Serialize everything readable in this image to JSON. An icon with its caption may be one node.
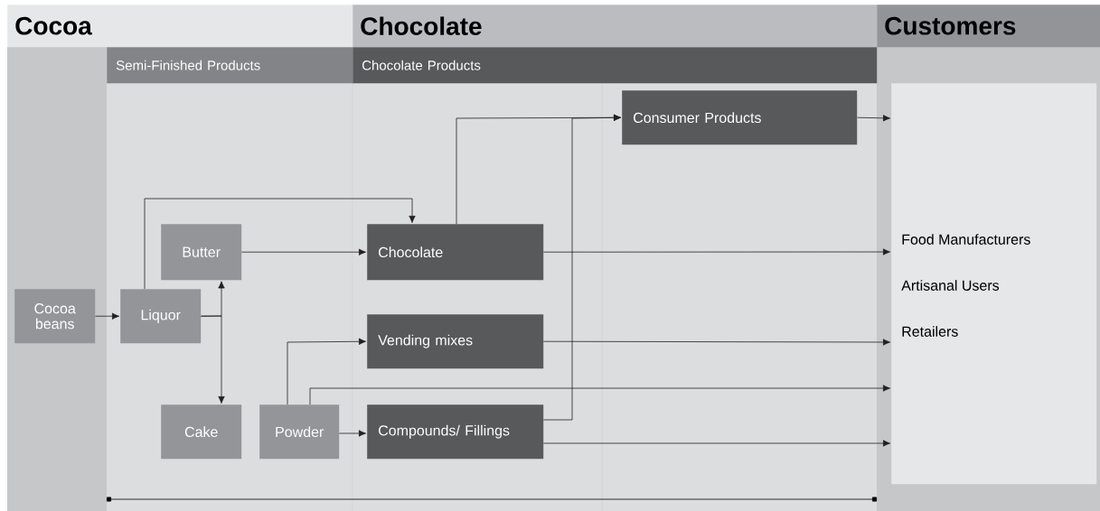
{
  "diagram": {
    "nodes": [
      {
        "text": [
          "Cocoa"
        ]
      },
      {
        "text": [
          "Chocolate"
        ]
      },
      {
        "text": [
          "Customers"
        ]
      },
      {
        "text": [
          "Semi-Finished Products"
        ]
      },
      {
        "text": [
          "Chocolate Products"
        ]
      },
      {
        "text": [
          "Cocoa beans"
        ]
      },
      {
        "text": [
          "Liquor"
        ]
      },
      {
        "text": [
          "Butter"
        ]
      },
      {
        "text": [
          "Cake"
        ]
      },
      {
        "text": [
          "Powder"
        ]
      },
      {
        "text": [
          "Chocolate"
        ]
      },
      {
        "text": [
          "Vending mixes"
        ]
      },
      {
        "text": [
          "Compounds/ Fillings"
        ]
      },
      {
        "text": [
          "Consumer Products"
        ]
      },
      {
        "text": [
          "Food Manufacturers",
          "Artisanal Users",
          "Retailers"
        ]
      }
    ],
    "edges": [
      {
        "from": 5,
        "to": 6,
        "arrow": "to"
      },
      {
        "from": 6,
        "to": 7,
        "arrow": "to"
      },
      {
        "from": 6,
        "to": 8,
        "arrow": "to"
      },
      {
        "from": 6,
        "to": 10,
        "arrow": "to"
      },
      {
        "from": 7,
        "to": 10,
        "arrow": "to"
      },
      {
        "from": 10,
        "to": 13,
        "arrow": "to"
      },
      {
        "from": 12,
        "to": 13,
        "arrow": "to"
      },
      {
        "from": 13,
        "to": 14,
        "arrow": "to"
      },
      {
        "from": 10,
        "to": 14,
        "arrow": "to"
      },
      {
        "from": 9,
        "to": 11,
        "arrow": "to"
      },
      {
        "from": 11,
        "to": 14,
        "arrow": "to"
      },
      {
        "from": 9,
        "to": 14,
        "arrow": "to"
      },
      {
        "from": 9,
        "to": 12,
        "arrow": "to"
      },
      {
        "from": 12,
        "to": 14,
        "arrow": "to"
      }
    ]
  }
}
